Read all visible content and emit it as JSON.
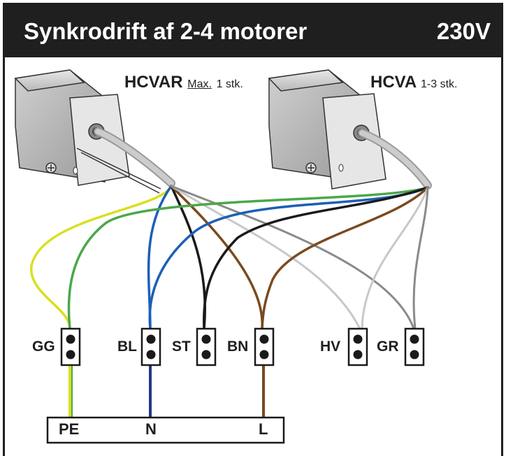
{
  "header": {
    "title": "Synkrodrift af 2-4 motorer",
    "voltage": "230V"
  },
  "motors": {
    "left": {
      "name": "HCVAR",
      "qty_prefix": "Max.",
      "qty": "1 stk."
    },
    "right": {
      "name": "HCVA",
      "qty": "1-3 stk."
    }
  },
  "terminals": [
    "GG",
    "BL",
    "ST",
    "BN",
    "HV",
    "GR"
  ],
  "power_block": [
    "PE",
    "N",
    "L"
  ],
  "wire_colors": {
    "yellow_green": "#d8e020",
    "green": "#4aa84a",
    "blue": "#1d5fb8",
    "black": "#1a1a1a",
    "brown": "#7a4a1f",
    "white": "#c8c8c8",
    "grey": "#8a8a8a"
  }
}
